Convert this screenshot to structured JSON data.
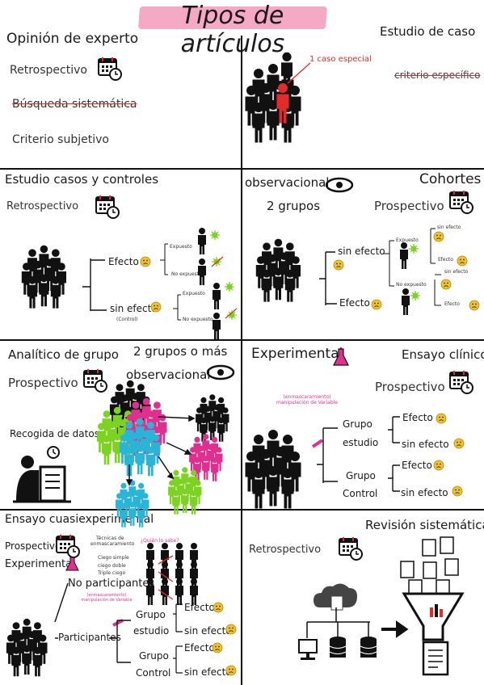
{
  "title": "Tipos de artículos",
  "opinion": {
    "heading": "Opinión de experto",
    "item1": "Retrospectivo",
    "item2": "Búsqueda sistemática",
    "item3": "Criterio subjetivo"
  },
  "caso": {
    "heading": "Estudio de caso",
    "special": "1 caso especial",
    "crit": "criterio específico"
  },
  "casos_controles": {
    "heading": "Estudio casos y controles",
    "retro": "Retrospectivo",
    "efecto": "Efecto",
    "sin_efecto": "sin efecto",
    "control": "(Control)",
    "exp1": "Expuesto",
    "noexp1": "No expuesto",
    "exp2": "Expuesto",
    "noexp2": "No expuesto"
  },
  "cohortes": {
    "observ": "observacional",
    "grupos": "2 grupos",
    "heading": "Cohortes",
    "prosp": "Prospectivo",
    "sin_efecto": "sin efecto",
    "efecto": "Efecto",
    "expuesto": "Expuesto",
    "no_expuesto": "No expuesto",
    "r1": "sin efecto",
    "r2": "Efecto",
    "r3": "sin efecto",
    "r4": "Efecto"
  },
  "analitico": {
    "heading": "Analítico de grupo",
    "grupos": "2 grupos o más",
    "observ": "observacional",
    "prosp": "Prospectivo",
    "recogida": "Recogida de datos"
  },
  "experimental": {
    "heading": "Experimental",
    "ensayo": "Ensayo clínico",
    "prosp": "Prospectivo",
    "manip": "(enmascaramiento) manipulación de Variable",
    "ge1": "Grupo",
    "ge2": "estudio",
    "gc1": "Grupo",
    "gc2": "Control",
    "e1": "Efecto",
    "s1": "sin efecto",
    "e2": "Efecto",
    "s2": "sin efecto"
  },
  "cuasi": {
    "heading": "Ensayo cuasiexperimental",
    "prosp": "Prospectivo",
    "exp": "Experimental",
    "tec1": "Técnicas de",
    "tec2": "enmascaramiento",
    "simple": "Ciego simple",
    "doble": "ciego doble",
    "triple": "Triple ciego",
    "quien": "¿Quién lo sabe?",
    "nopart": "No participantes",
    "part": "Participantes",
    "manip": "(enmascaramiento) manipulación de Variable",
    "ge1": "Grupo",
    "ge2": "estudio",
    "gc1": "Grupo",
    "gc2": "Control",
    "e1": "Efecto",
    "s1": "sin efecto",
    "e2": "Efecto",
    "s2": "sin efecto"
  },
  "revision": {
    "heading": "Revisión sistemática",
    "retro": "Retrospectivo"
  },
  "colors": {
    "pink": "#f6a9c4",
    "red": "#e32b2b",
    "green": "#7dd321",
    "magenta": "#e0308f",
    "cyan": "#2ab4d8",
    "face": "#f2c12e"
  }
}
